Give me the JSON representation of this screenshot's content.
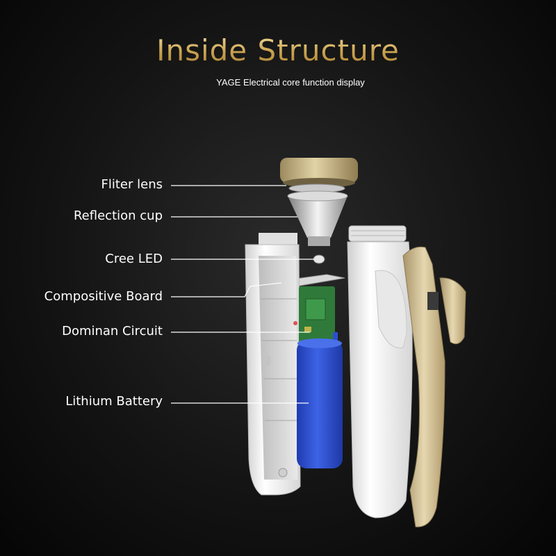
{
  "header": {
    "title": "Inside Structure",
    "subtitle": "YAGE Electrical core function display"
  },
  "callouts": [
    {
      "label": "Fliter lens"
    },
    {
      "label": "Reflection cup"
    },
    {
      "label": "Cree LED"
    },
    {
      "label": "Compositive Board"
    },
    {
      "label": "Dominan Circuit"
    },
    {
      "label": "Lithium Battery"
    }
  ],
  "colors": {
    "title_gold": "#d8b86a",
    "body_white": "#f2f2f2",
    "battery_blue": "#2c4fd0",
    "board_green": "#2f7a3a",
    "clip_gold": "#cdb88b"
  }
}
